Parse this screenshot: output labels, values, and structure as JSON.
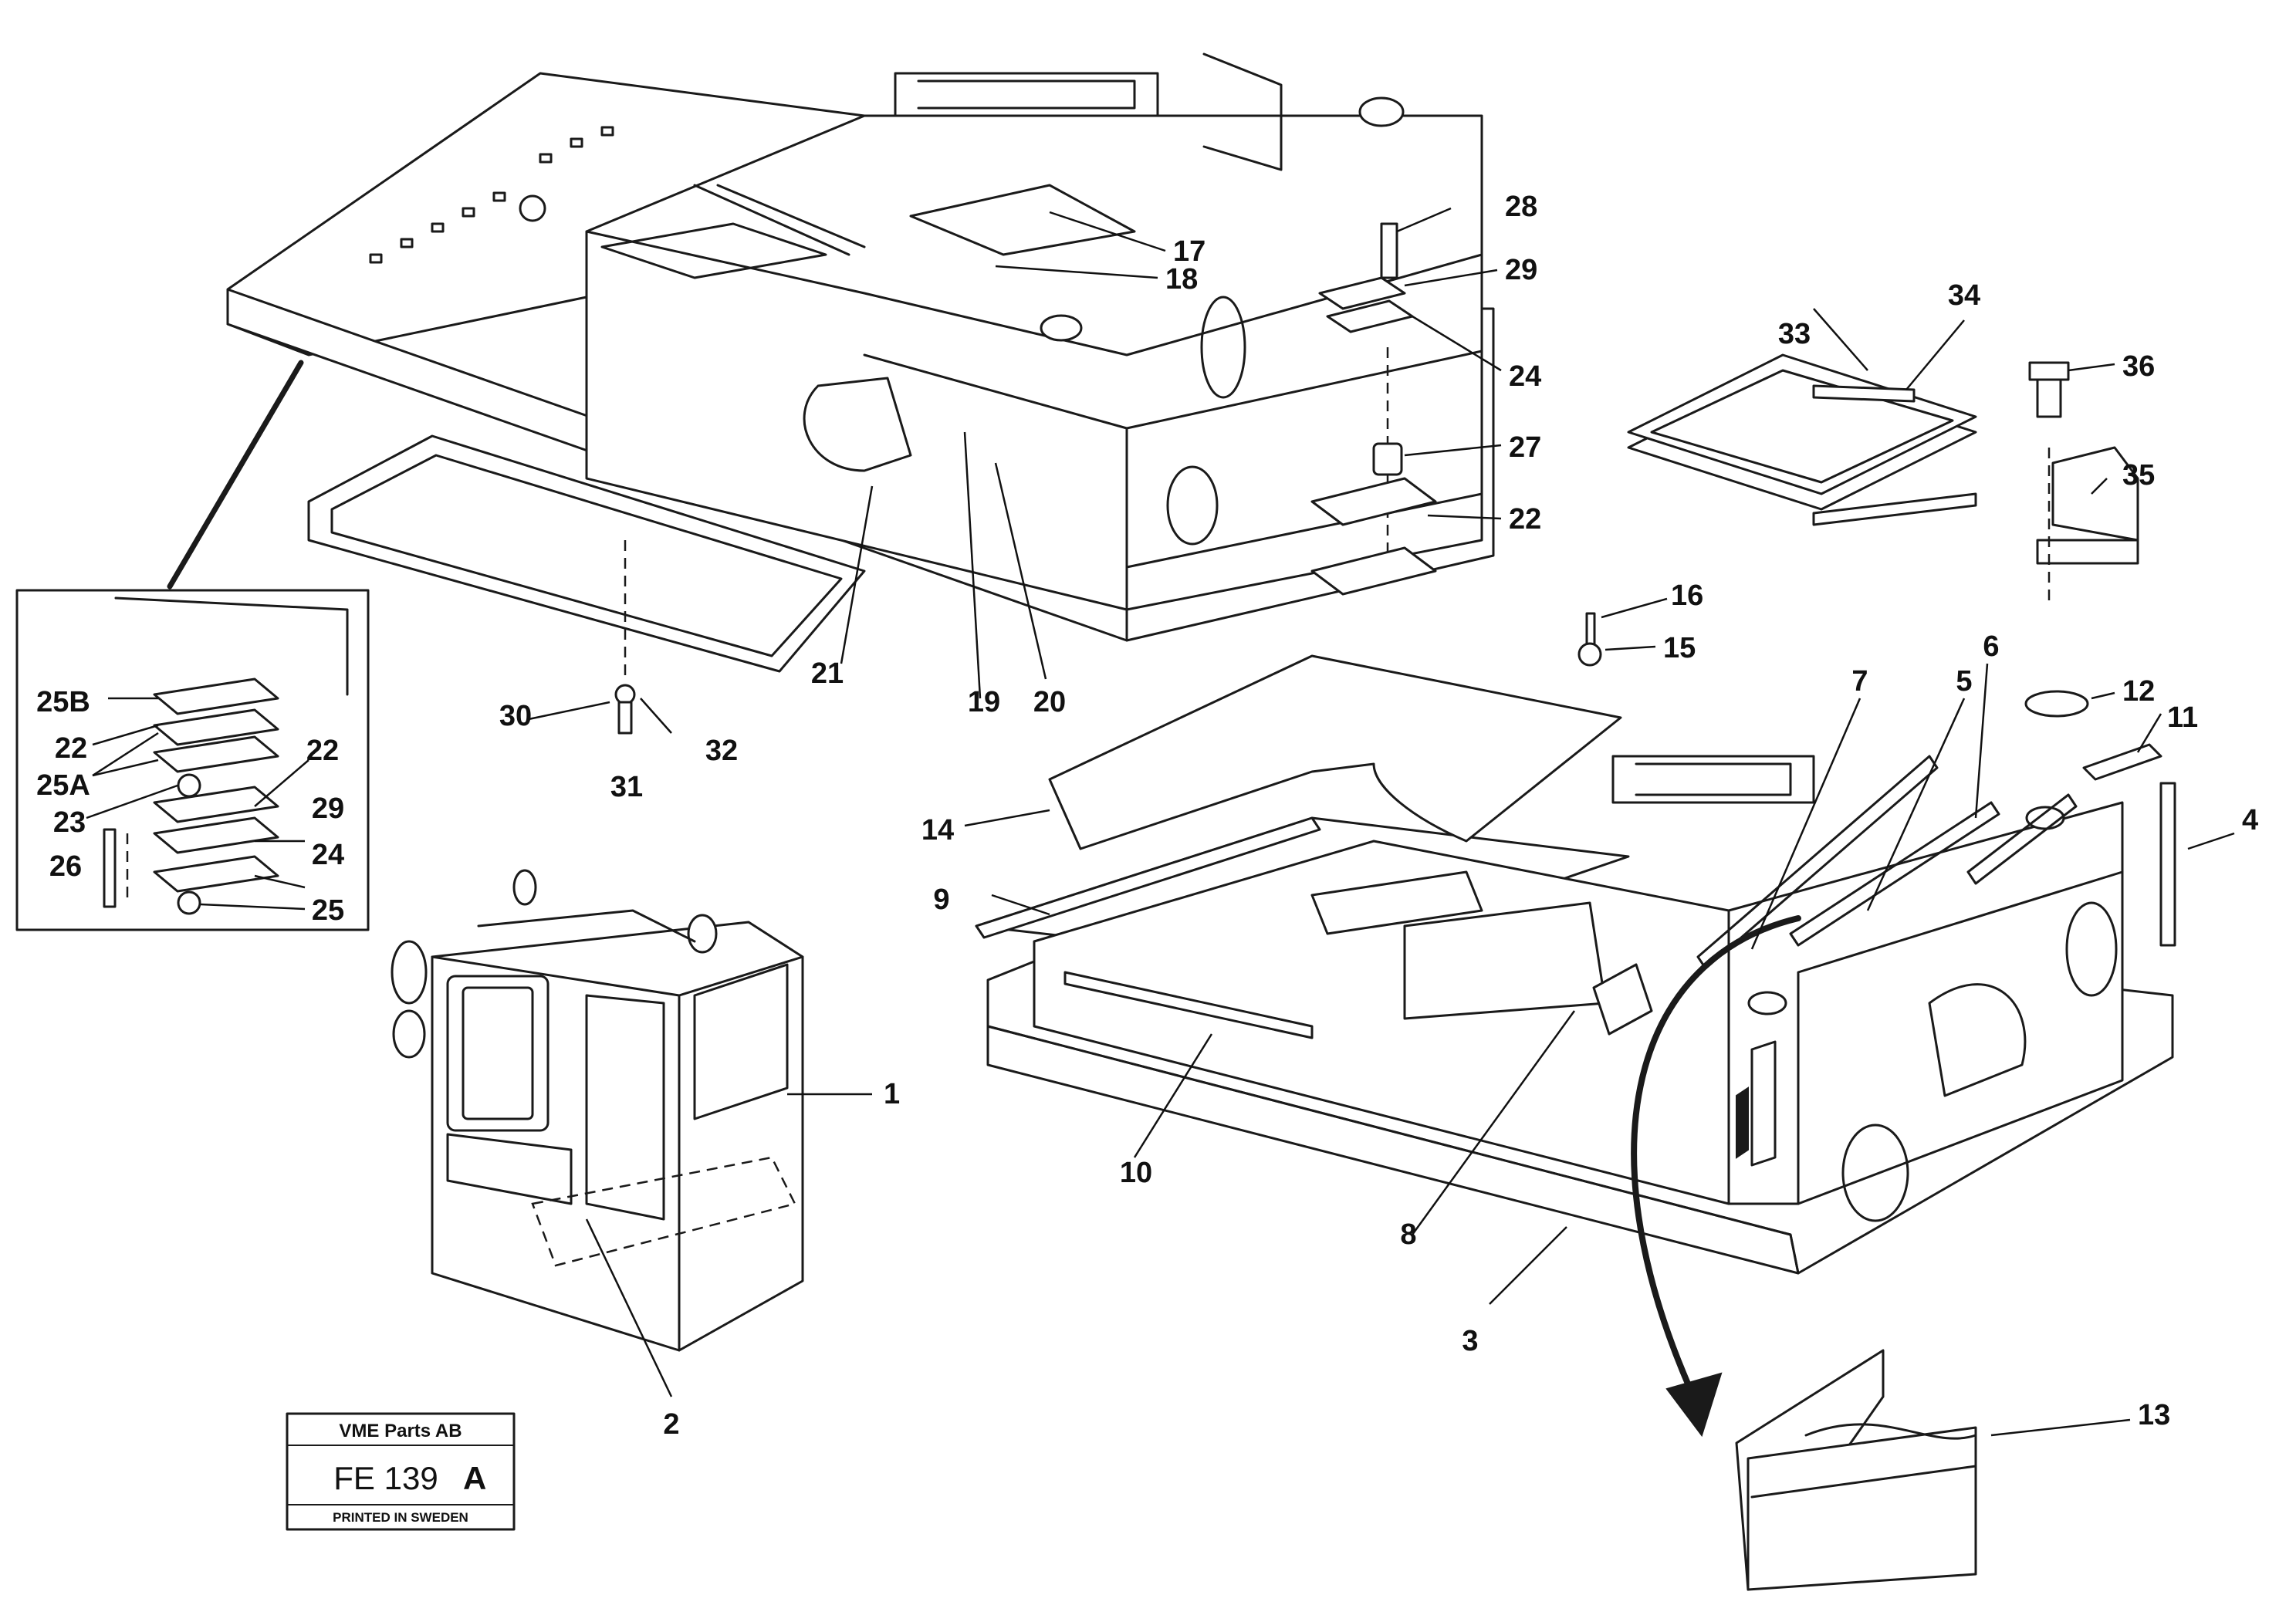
{
  "stamp": {
    "company": "VME Parts AB",
    "code": "FE 139",
    "revision": "A",
    "printed": "PRINTED IN SWEDEN"
  },
  "callouts": {
    "c1": "1",
    "c2": "2",
    "c3": "3",
    "c4": "4",
    "c5": "5",
    "c6": "6",
    "c7": "7",
    "c8": "8",
    "c9": "9",
    "c10": "10",
    "c11": "11",
    "c12": "12",
    "c13": "13",
    "c14": "14",
    "c15": "15",
    "c16": "16",
    "c17": "17",
    "c18": "18",
    "c19": "19",
    "c20": "20",
    "c21": "21",
    "c22a": "22",
    "c22b": "22",
    "c22c": "22",
    "c23": "23",
    "c24a": "24",
    "c24b": "24",
    "c25": "25",
    "c25A": "25A",
    "c25B": "25B",
    "c26": "26",
    "c27": "27",
    "c28": "28",
    "c29a": "29",
    "c29b": "29",
    "c30": "30",
    "c31": "31",
    "c32": "32",
    "c33": "33",
    "c34": "34",
    "c35": "35",
    "c36": "36"
  }
}
